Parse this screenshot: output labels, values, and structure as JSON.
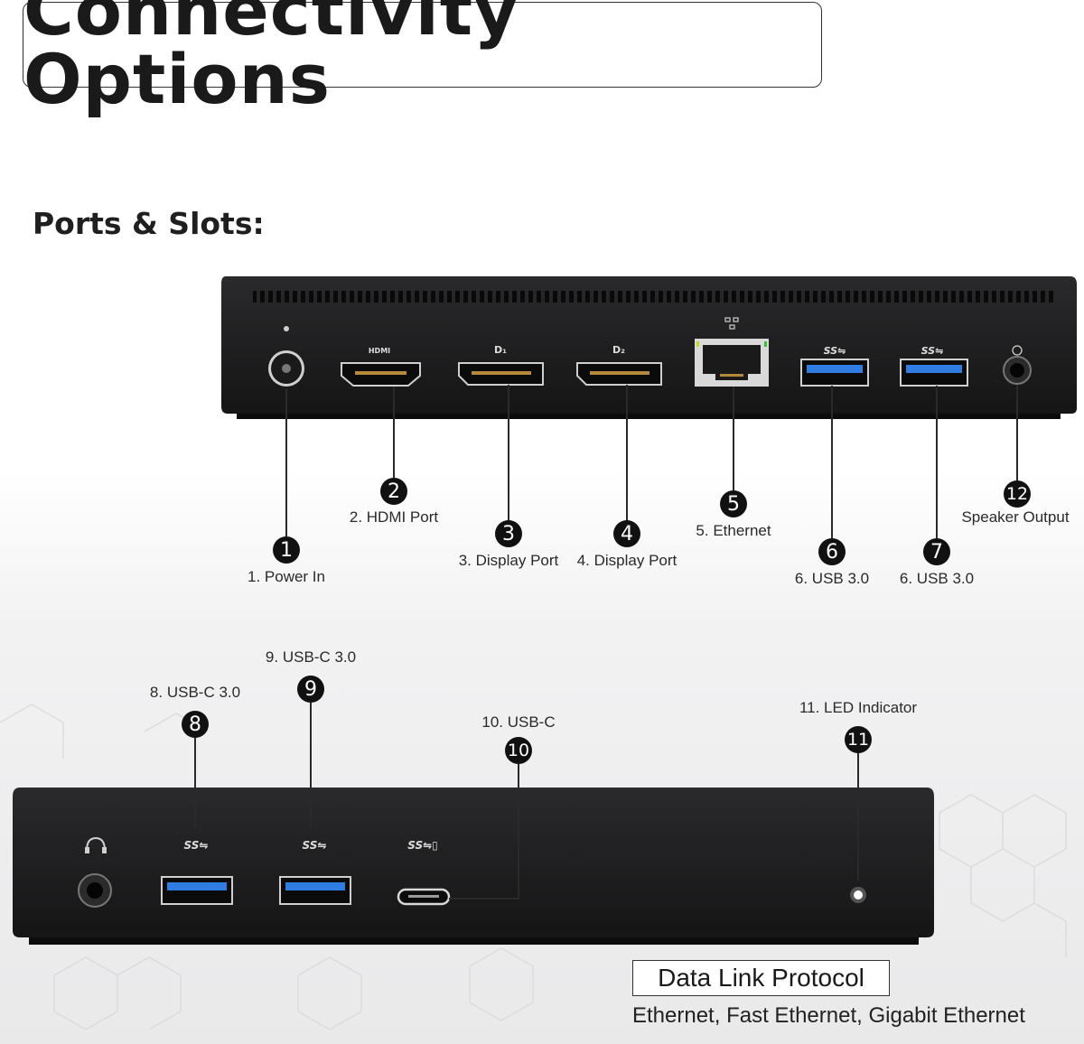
{
  "header": {
    "title": "Connectivity Options",
    "subtitle": "Ports & Slots:"
  },
  "rear_ports": [
    {
      "number": "1",
      "label": "1. Power In"
    },
    {
      "number": "2",
      "label": "2. HDMI Port"
    },
    {
      "number": "3",
      "label": "3. Display Port"
    },
    {
      "number": "4",
      "label": "4. Display Port"
    },
    {
      "number": "5",
      "label": "5. Ethernet"
    },
    {
      "number": "6",
      "label": "6. USB 3.0"
    },
    {
      "number": "7",
      "label": "6. USB 3.0"
    },
    {
      "number": "12",
      "label": "Speaker Output"
    }
  ],
  "front_ports": [
    {
      "number": "8",
      "label": "8. USB-C 3.0"
    },
    {
      "number": "9",
      "label": "9. USB-C 3.0"
    },
    {
      "number": "10",
      "label": "10. USB-C"
    },
    {
      "number": "11",
      "label": "11. LED Indicator"
    }
  ],
  "port_markings": {
    "hdmi": "HDMI",
    "dp1": "D₁",
    "dp2": "D₂",
    "usb": "SS⇋",
    "usbc": "SS⇋▯"
  },
  "protocol": {
    "title": "Data Link Protocol",
    "description": "Ethernet, Fast Ethernet, Gigabit Ethernet"
  },
  "colors": {
    "device": "#1c1c1e",
    "usb_blue": "#2f7de1",
    "badge": "#111111"
  }
}
